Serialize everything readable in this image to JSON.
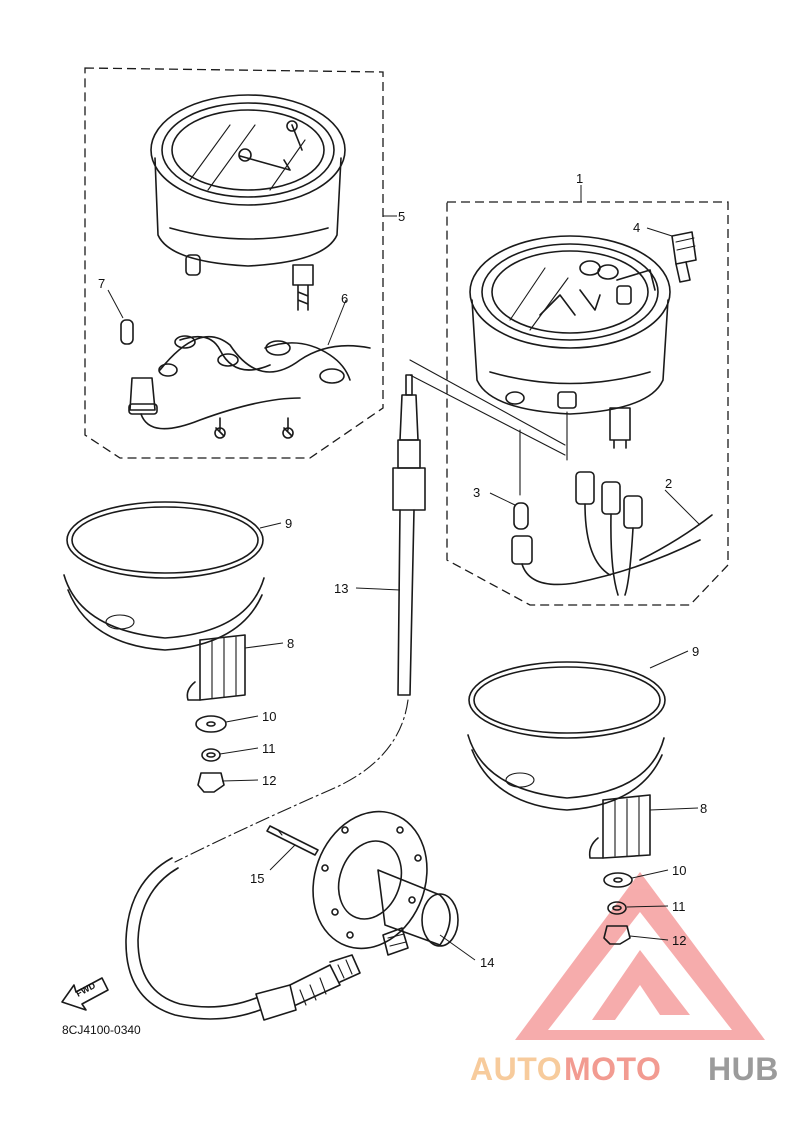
{
  "diagram": {
    "callouts": {
      "c1": "1",
      "c2": "2",
      "c3": "3",
      "c4": "4",
      "c5": "5",
      "c6": "6",
      "c7": "7",
      "c8a": "8",
      "c8b": "8",
      "c9a": "9",
      "c9b": "9",
      "c10a": "10",
      "c10b": "10",
      "c11a": "11",
      "c11b": "11",
      "c12a": "12",
      "c12b": "12",
      "c13": "13",
      "c14": "14",
      "c15": "15"
    },
    "fwd_label": "FWD",
    "figure_code": "8CJ4100-0340"
  },
  "watermark": {
    "part1": "AUTO",
    "part2": "MOTO",
    "part3": "HUB",
    "colors": {
      "auto": "#f6c28b",
      "moto": "#f08a7e",
      "hub": "#8a8a8a",
      "triangle": "#f06a6a"
    }
  }
}
